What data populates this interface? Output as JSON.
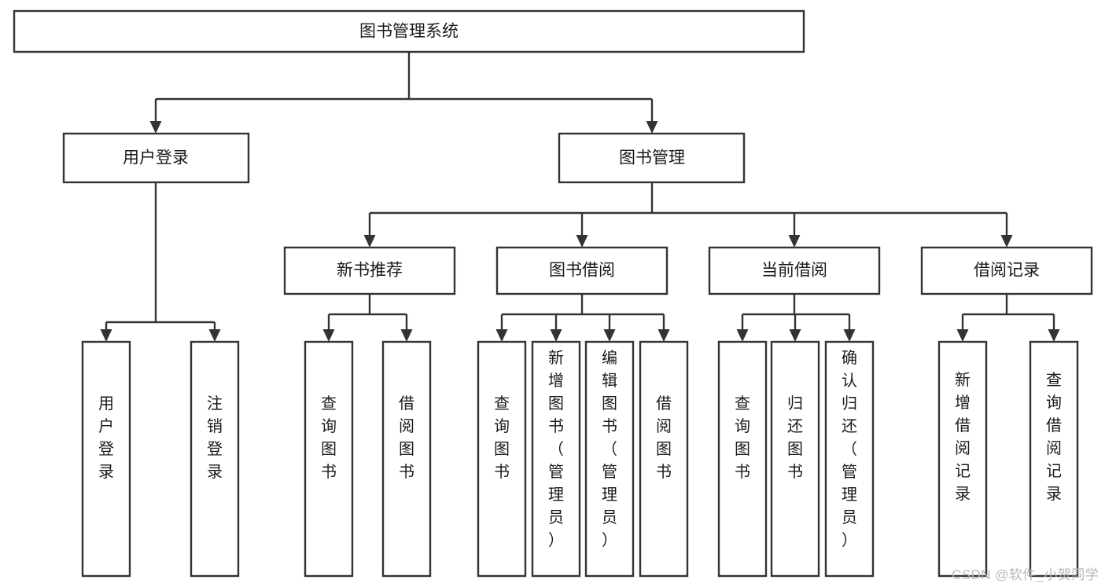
{
  "diagram": {
    "type": "tree",
    "title": "图书管理系统",
    "orientation": "top-down",
    "watermark": "CSDN @软件_小贺同学",
    "colors": {
      "box_fill": "#ffffff",
      "box_stroke": "#333333",
      "text": "#1a1a1a",
      "watermark": "#b9b9b9",
      "background": "#ffffff"
    },
    "root": {
      "id": "root",
      "label": "图书管理系统",
      "text_orientation": "horizontal"
    },
    "level2": [
      {
        "id": "user-login",
        "label": "用户登录",
        "text_orientation": "horizontal"
      },
      {
        "id": "book-manage",
        "label": "图书管理",
        "text_orientation": "horizontal"
      }
    ],
    "level3": [
      {
        "id": "new-book-recommend",
        "label": "新书推荐",
        "parent": "book-manage",
        "text_orientation": "horizontal"
      },
      {
        "id": "book-borrow",
        "label": "图书借阅",
        "parent": "book-manage",
        "text_orientation": "horizontal"
      },
      {
        "id": "current-borrow",
        "label": "当前借阅",
        "parent": "book-manage",
        "text_orientation": "horizontal"
      },
      {
        "id": "borrow-record",
        "label": "借阅记录",
        "parent": "book-manage",
        "text_orientation": "horizontal"
      }
    ],
    "leaves": [
      {
        "id": "leaf-user-login",
        "label": "用户登录",
        "parent": "user-login",
        "text_orientation": "vertical"
      },
      {
        "id": "leaf-logout-login",
        "label": "注销登录",
        "parent": "user-login",
        "text_orientation": "vertical"
      },
      {
        "id": "leaf-query-book-1",
        "label": "查询图书",
        "parent": "new-book-recommend",
        "text_orientation": "vertical"
      },
      {
        "id": "leaf-borrow-book-1",
        "label": "借阅图书",
        "parent": "new-book-recommend",
        "text_orientation": "vertical"
      },
      {
        "id": "leaf-query-book-2",
        "label": "查询图书",
        "parent": "book-borrow",
        "text_orientation": "vertical"
      },
      {
        "id": "leaf-add-book-admin",
        "label": "新增图书（管理员）",
        "parent": "book-borrow",
        "text_orientation": "vertical"
      },
      {
        "id": "leaf-edit-book-admin",
        "label": "编辑图书（管理员）",
        "parent": "book-borrow",
        "text_orientation": "vertical"
      },
      {
        "id": "leaf-borrow-book-2",
        "label": "借阅图书",
        "parent": "book-borrow",
        "text_orientation": "vertical"
      },
      {
        "id": "leaf-query-book-3",
        "label": "查询图书",
        "parent": "current-borrow",
        "text_orientation": "vertical"
      },
      {
        "id": "leaf-return-book",
        "label": "归还图书",
        "parent": "current-borrow",
        "text_orientation": "vertical"
      },
      {
        "id": "leaf-confirm-return-admin",
        "label": "确认归还（管理员）",
        "parent": "current-borrow",
        "text_orientation": "vertical"
      },
      {
        "id": "leaf-add-borrow-record",
        "label": "新增借阅记录",
        "parent": "borrow-record",
        "text_orientation": "vertical"
      },
      {
        "id": "leaf-query-borrow-record",
        "label": "查询借阅记录",
        "parent": "borrow-record",
        "text_orientation": "vertical"
      }
    ]
  }
}
